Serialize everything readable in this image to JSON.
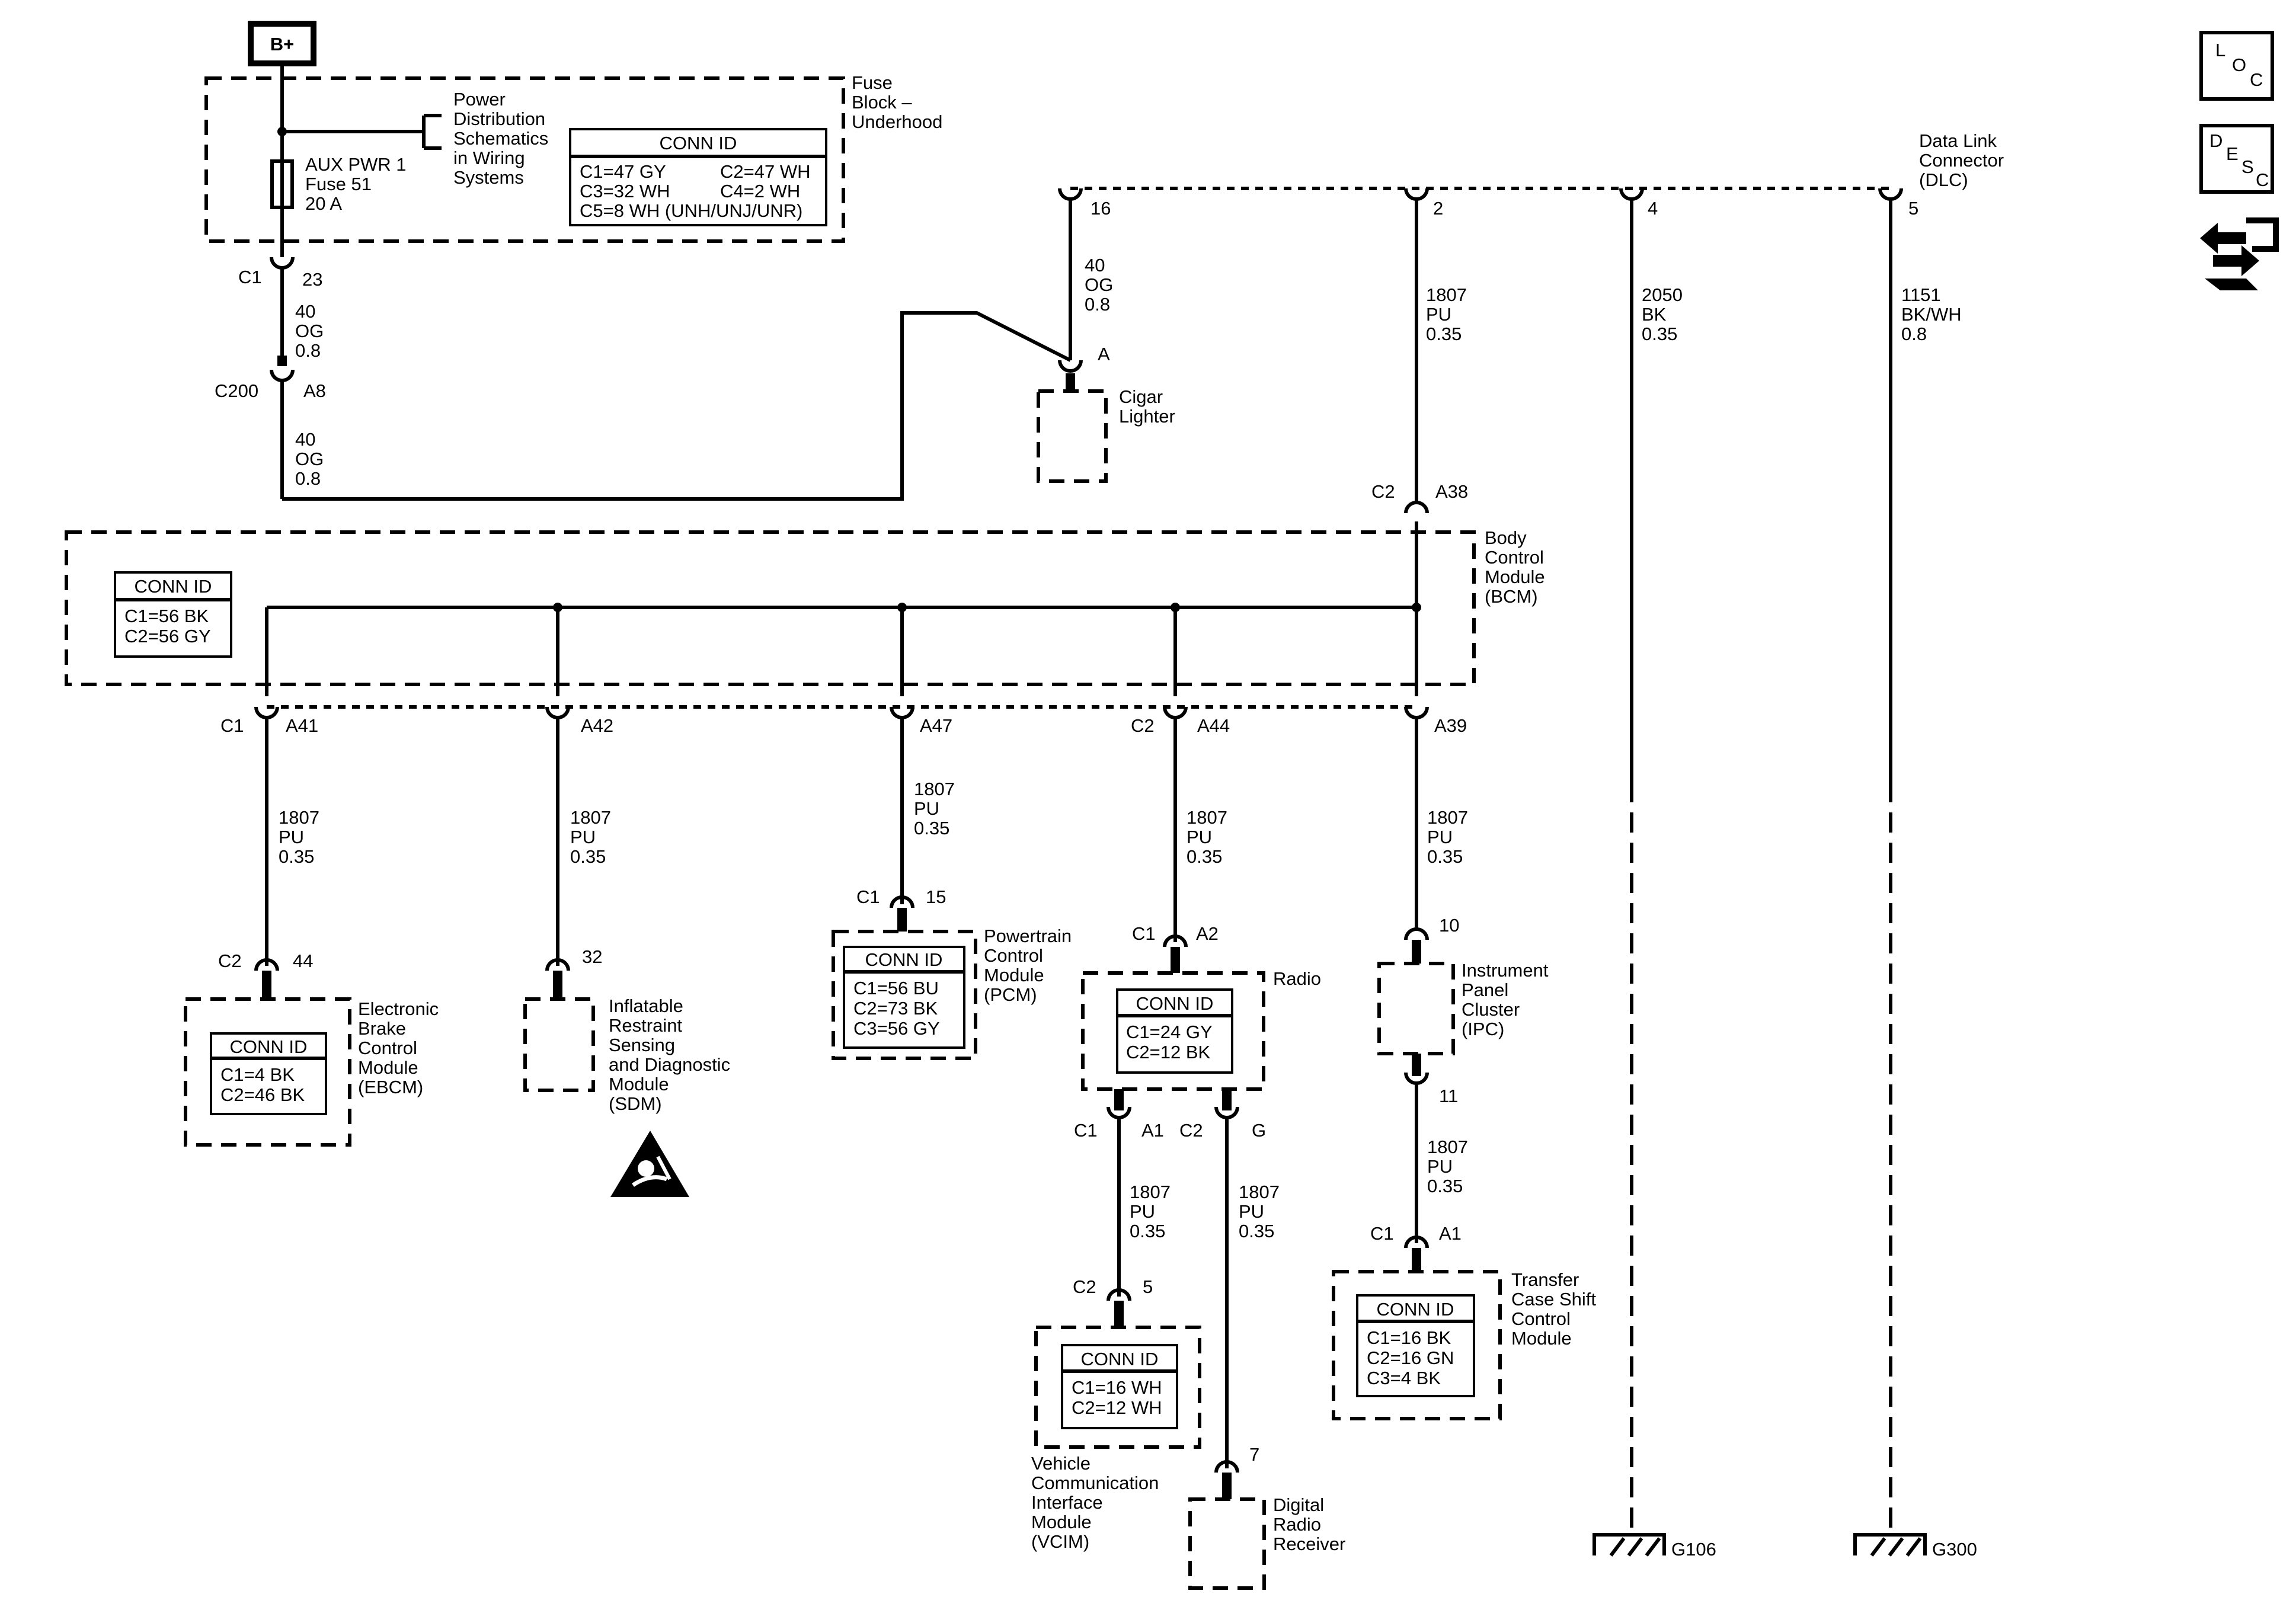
{
  "power": {
    "source": "B+",
    "fuse_block": [
      "Fuse",
      "Block –",
      "Underhood"
    ],
    "fuse": [
      "AUX PWR 1",
      "Fuse 51",
      "20 A"
    ],
    "pd_ref": [
      "Power",
      "Distribution",
      "Schematics",
      "in Wiring",
      "Systems"
    ]
  },
  "fuse_block_conn": {
    "title": "CONN ID",
    "rows": [
      "C1=47 GY",
      "C2=47 WH",
      "C3=32 WH",
      "C4=2 WH",
      "C5=8 WH (UNH/UNJ/UNR)"
    ]
  },
  "feed": {
    "c1": {
      "conn": "C1",
      "pin": "23"
    },
    "wire1": [
      "40",
      "OG",
      "0.8"
    ],
    "c200": {
      "conn": "C200",
      "pin": "A8"
    },
    "wire2": [
      "40",
      "OG",
      "0.8"
    ]
  },
  "cigar": {
    "pin": "A",
    "label": [
      "Cigar",
      "Lighter"
    ],
    "wire": [
      "40",
      "OG",
      "0.8"
    ],
    "dlc_pin": "16"
  },
  "dlc": {
    "label": [
      "Data Link",
      "Connector",
      "(DLC)"
    ],
    "pins": [
      "16",
      "2",
      "4",
      "5"
    ]
  },
  "dlc_wires": {
    "pin2": [
      "1807",
      "PU",
      "0.35"
    ],
    "pin4": [
      "2050",
      "BK",
      "0.35"
    ],
    "pin5": [
      "1151",
      "BK/WH",
      "0.8"
    ]
  },
  "bcm": {
    "label": [
      "Body",
      "Control",
      "Module",
      "(BCM)"
    ],
    "in_conn": "C2",
    "in_pin": "A38",
    "conn": {
      "title": "CONN ID",
      "rows": [
        "C1=56 BK",
        "C2=56 GY"
      ]
    },
    "pins": [
      {
        "conn": "C1",
        "pin": "A41"
      },
      {
        "conn": "",
        "pin": "A42"
      },
      {
        "conn": "",
        "pin": "A47"
      },
      {
        "conn": "C2",
        "pin": "A44"
      },
      {
        "conn": "",
        "pin": "A39"
      }
    ]
  },
  "bus_wire": [
    "1807",
    "PU",
    "0.35"
  ],
  "modules": {
    "ebcm": {
      "conn": "C2",
      "pin": "44",
      "label": [
        "Electronic",
        "Brake",
        "Control",
        "Module",
        "(EBCM)"
      ],
      "conn_id": {
        "title": "CONN ID",
        "rows": [
          "C1=4 BK",
          "C2=46 BK"
        ]
      }
    },
    "sdm": {
      "pin": "32",
      "label": [
        "Inflatable",
        "Restraint",
        "Sensing",
        "and Diagnostic",
        "Module",
        "(SDM)"
      ]
    },
    "pcm": {
      "conn": "C1",
      "pin": "15",
      "label": [
        "Powertrain",
        "Control",
        "Module",
        "(PCM)"
      ],
      "conn_id": {
        "title": "CONN ID",
        "rows": [
          "C1=56 BU",
          "C2=73 BK",
          "C3=56 GY"
        ]
      }
    },
    "radio": {
      "conn": "C1",
      "pin": "A2",
      "label": "Radio",
      "conn_id": {
        "title": "CONN ID",
        "rows": [
          "C1=24 GY",
          "C2=12 BK"
        ]
      },
      "out1": {
        "conn": "C1",
        "pin": "A1"
      },
      "out2": {
        "conn": "C2",
        "pin": "G"
      }
    },
    "vcim": {
      "conn": "C2",
      "pin": "5",
      "label": [
        "Vehicle",
        "Communication",
        "Interface",
        "Module",
        "(VCIM)"
      ],
      "conn_id": {
        "title": "CONN ID",
        "rows": [
          "C1=16 WH",
          "C2=12 WH"
        ]
      }
    },
    "drr": {
      "pin": "7",
      "label": [
        "Digital",
        "Radio",
        "Receiver"
      ]
    },
    "ipc": {
      "pin_in": "10",
      "pin_out": "11",
      "label": [
        "Instrument",
        "Panel",
        "Cluster",
        "(IPC)"
      ]
    },
    "tcscm": {
      "conn": "C1",
      "pin": "A1",
      "label": [
        "Transfer",
        "Case Shift",
        "Control",
        "Module"
      ],
      "conn_id": {
        "title": "CONN ID",
        "rows": [
          "C1=16 BK",
          "C2=16 GN",
          "C3=4 BK"
        ]
      }
    }
  },
  "grounds": [
    "G106",
    "G300"
  ],
  "nav_icons": {
    "loc": [
      "L",
      "O",
      "C"
    ],
    "desc": [
      "D",
      "E",
      "S",
      "C"
    ],
    "third": "connector-hand-icon"
  }
}
